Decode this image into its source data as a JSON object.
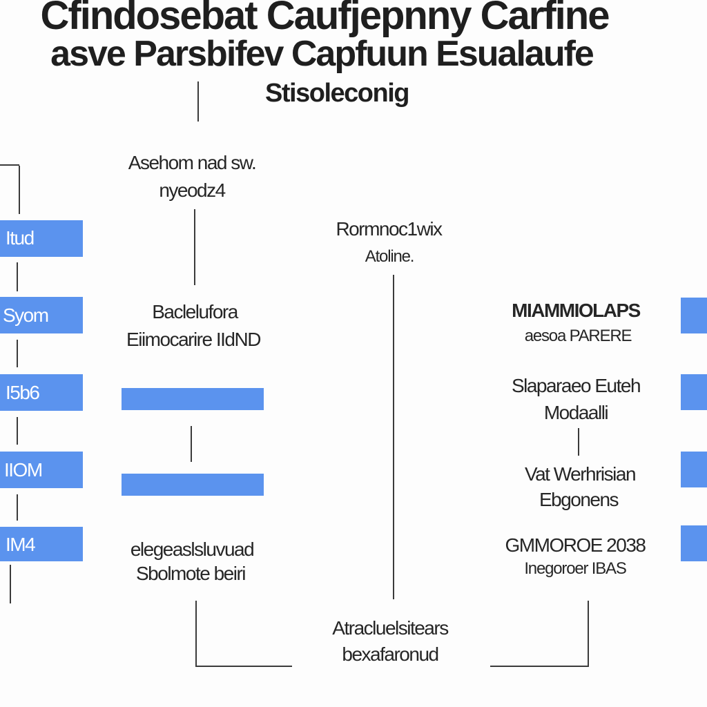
{
  "diagram": {
    "title_lines": [
      "Cfindosebat Caufjepnny Carfine",
      "asve Parsbifev Capfuun Esualaufe",
      "Stisoleconig"
    ],
    "left_bars": [
      "Itud",
      "Syom",
      "I5b6",
      "IIOM",
      "IM4"
    ],
    "middle_top_label": [
      "Asehom nad sw.",
      "nyeodz4"
    ],
    "middle_mid_label": [
      "Baclelufora",
      "Eiimocarire IIdND"
    ],
    "middle_bottom_label": [
      "elegeaslsluvuad",
      "Sbolmote beiri"
    ],
    "center_top_label": [
      "Rormnoc1wix",
      "Atoline."
    ],
    "center_bottom_label": [
      "Atracluelsitears",
      "bexafaronud"
    ],
    "right_labels": [
      [
        "MIAMMIOLAPS",
        "aesoa PARERE"
      ],
      [
        "Slaparaeo Euteh",
        "Modaalli"
      ],
      [
        "Vat Werhrisian",
        "Ebgonens"
      ],
      [
        "GMMOROE 2038",
        "Inegoroer IBAS"
      ]
    ],
    "colors": {
      "accent": "#5b93ee",
      "line": "#3a3a3a",
      "text": "#1f1f1f",
      "background": "#fdfdfd"
    }
  }
}
